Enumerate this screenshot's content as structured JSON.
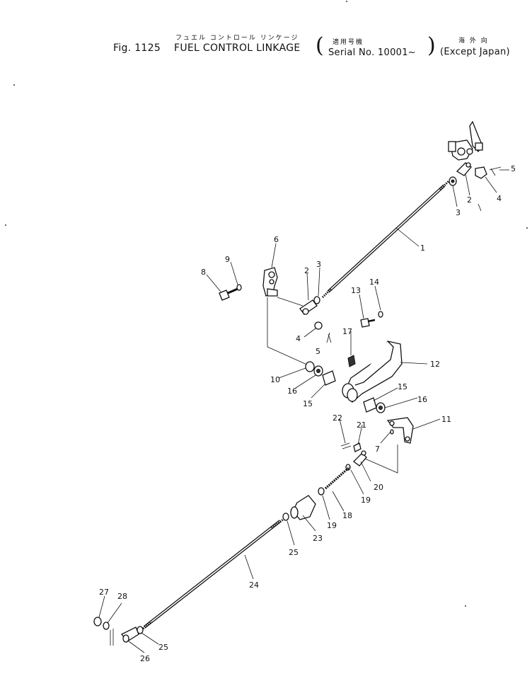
{
  "header": {
    "fig_label": "Fig. 1125",
    "title_jp": "フュエル コントロール リンケージ",
    "title_en": "FUEL CONTROL LINKAGE",
    "serial_jp": "適用号機",
    "serial_en": "Serial No. 10001~",
    "market_jp": "海 外 向",
    "market_en": "(Except Japan)"
  },
  "callouts": [
    "1",
    "2",
    "3",
    "4",
    "5",
    "6",
    "7",
    "8",
    "9",
    "10",
    "11",
    "12",
    "13",
    "14",
    "15",
    "16",
    "17",
    "18",
    "19",
    "20",
    "21",
    "22",
    "23",
    "24",
    "25",
    "26",
    "27",
    "28"
  ],
  "labels": [
    {
      "id": "c5a",
      "text": "5"
    },
    {
      "id": "c2a",
      "text": "2"
    },
    {
      "id": "c4a",
      "text": "4"
    },
    {
      "id": "c3a",
      "text": "3"
    },
    {
      "id": "c1",
      "text": "1"
    },
    {
      "id": "c6",
      "text": "6"
    },
    {
      "id": "c9",
      "text": "9"
    },
    {
      "id": "c8",
      "text": "8"
    },
    {
      "id": "c2b",
      "text": "2"
    },
    {
      "id": "c3b",
      "text": "3"
    },
    {
      "id": "c13",
      "text": "13"
    },
    {
      "id": "c14",
      "text": "14"
    },
    {
      "id": "c4b",
      "text": "4"
    },
    {
      "id": "c5b",
      "text": "5"
    },
    {
      "id": "c17",
      "text": "17"
    },
    {
      "id": "c12",
      "text": "12"
    },
    {
      "id": "c10",
      "text": "10"
    },
    {
      "id": "c16a",
      "text": "16"
    },
    {
      "id": "c15a",
      "text": "15"
    },
    {
      "id": "c15b",
      "text": "15"
    },
    {
      "id": "c16b",
      "text": "16"
    },
    {
      "id": "c11",
      "text": "11"
    },
    {
      "id": "c22",
      "text": "22"
    },
    {
      "id": "c21",
      "text": "21"
    },
    {
      "id": "c7",
      "text": "7"
    },
    {
      "id": "c20",
      "text": "20"
    },
    {
      "id": "c19a",
      "text": "19"
    },
    {
      "id": "c18",
      "text": "18"
    },
    {
      "id": "c19b",
      "text": "19"
    },
    {
      "id": "c23",
      "text": "23"
    },
    {
      "id": "c25a",
      "text": "25"
    },
    {
      "id": "c24",
      "text": "24"
    },
    {
      "id": "c27",
      "text": "27"
    },
    {
      "id": "c28",
      "text": "28"
    },
    {
      "id": "c25b",
      "text": "25"
    },
    {
      "id": "c26",
      "text": "26"
    }
  ]
}
